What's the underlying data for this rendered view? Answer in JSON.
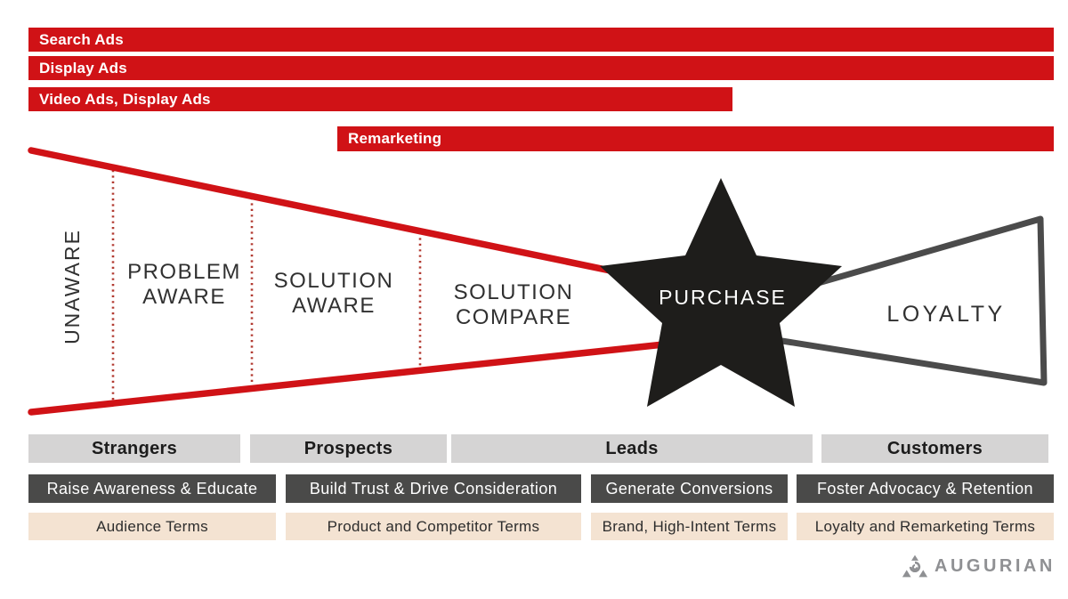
{
  "channel_bars": [
    {
      "label": "Search Ads"
    },
    {
      "label": "Display Ads"
    },
    {
      "label": "Video Ads, Display Ads"
    },
    {
      "label": "Remarketing"
    }
  ],
  "funnel": {
    "stages": {
      "unaware": "UNAWARE",
      "problem_aware": "PROBLEM\nAWARE",
      "solution_aware": "SOLUTION\nAWARE",
      "solution_compare": "SOLUTION\nCOMPARE",
      "purchase": "PURCHASE",
      "loyalty": "LOYALTY"
    }
  },
  "audience_row": [
    {
      "label": "Strangers"
    },
    {
      "label": "Prospects"
    },
    {
      "label": "Leads"
    },
    {
      "label": "Customers"
    }
  ],
  "goals_row": [
    {
      "label": "Raise Awareness & Educate"
    },
    {
      "label": "Build Trust & Drive Consideration"
    },
    {
      "label": "Generate Conversions"
    },
    {
      "label": "Foster Advocacy & Retention"
    }
  ],
  "terms_row": [
    {
      "label": "Audience Terms"
    },
    {
      "label": "Product and Competitor Terms"
    },
    {
      "label": "Brand, High-Intent Terms"
    },
    {
      "label": "Loyalty and Remarketing Terms"
    }
  ],
  "logo": {
    "text": "AUGURIAN"
  },
  "colors": {
    "red": "#d01216",
    "dot_red": "#b23a31",
    "light_gray": "#d5d4d4",
    "dark_gray": "#4a4a49",
    "beige": "#f4e3d2",
    "star_black": "#1e1d1b",
    "wedge_stroke": "#4b4b4b",
    "label_dark": "#303030",
    "logo_gray": "#8f9093"
  }
}
